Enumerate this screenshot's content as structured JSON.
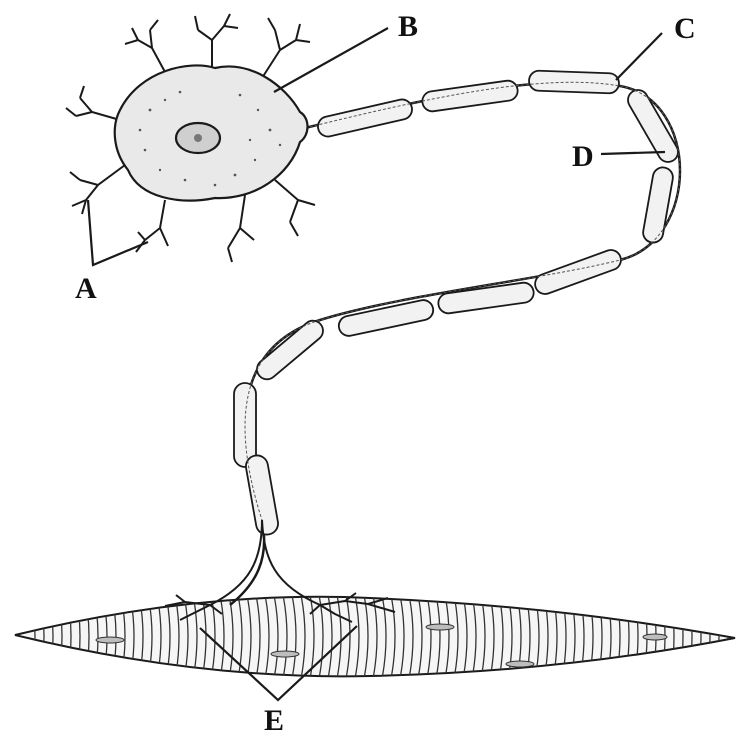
{
  "labels": {
    "a": "A",
    "b": "B",
    "c": "C",
    "d": "D",
    "e": "E"
  },
  "colors": {
    "ink": "#1a1a1a",
    "soma_fill": "#e9e9e9",
    "sheath_fill": "#f2f2f2",
    "muscle_fill": "#f6f6f6",
    "background": "#ffffff"
  }
}
